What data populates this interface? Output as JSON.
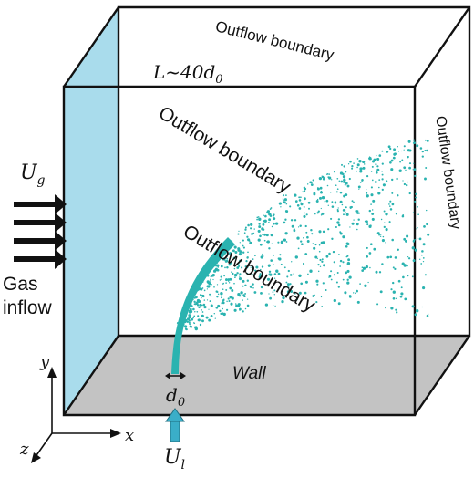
{
  "labels": {
    "top_outflow": "Outflow boundary",
    "length": "L~40d",
    "length_sub": "0",
    "right_outflow": "Outflow boundary",
    "back_outflow": "Outflow boundary",
    "mid_outflow": "Outflow boundary",
    "gas_velocity": "U",
    "gas_velocity_sub": "g",
    "gas_line1": "Gas",
    "gas_line2": "inflow",
    "wall": "Wall",
    "nozzle_diameter": "d",
    "nozzle_diameter_sub": "0",
    "liquid_velocity": "U",
    "liquid_velocity_sub": "l",
    "axis_x": "x",
    "axis_y": "y",
    "axis_z": "z"
  },
  "colors": {
    "inflow_face": "#a9dcec",
    "wall_floor": "#c3c3c3",
    "spray": "#2ab3b0",
    "nozzle_arrow": "#3aaec8",
    "edges": "#111111"
  }
}
